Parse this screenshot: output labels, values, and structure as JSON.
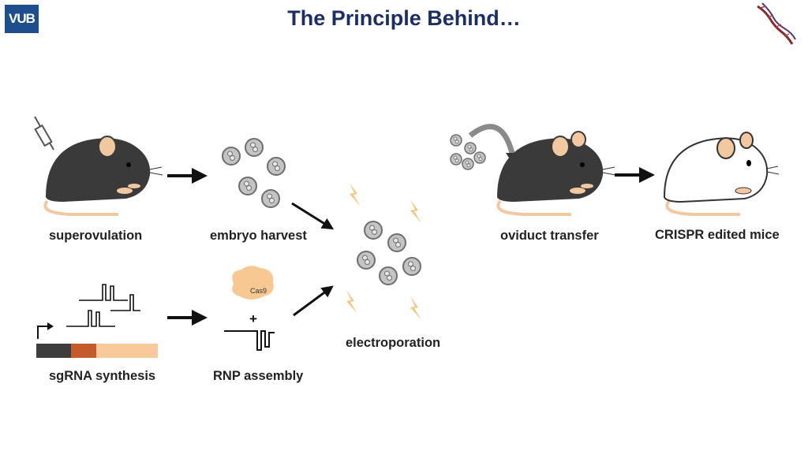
{
  "header": {
    "logo_text": "VUB",
    "title": "The Principle Behind…"
  },
  "diagram": {
    "steps": {
      "superovulation": "superovulation",
      "embryo_harvest": "embryo harvest",
      "electroporation": "electroporation",
      "oviduct_transfer": "oviduct transfer",
      "crispr_edited_mice": "CRISPR edited mice",
      "sgrna_synthesis": "sgRNA synthesis",
      "rnp_assembly": "RNP assembly"
    },
    "cas9_label": "Cas9",
    "plus_sign": "+"
  },
  "colors": {
    "title": "#1c2e66",
    "logo_bg": "#1f4e8c",
    "mouse_dark": "#3a3a3a",
    "mouse_ear": "#f2c8a0",
    "embryo_fill": "#c4c4c4",
    "spark": "#f5c77e",
    "cas9": "#f8c893",
    "gene_dark": "#3d3d3d",
    "gene_mid": "#c55a2a",
    "gene_light": "#f8c99b"
  }
}
